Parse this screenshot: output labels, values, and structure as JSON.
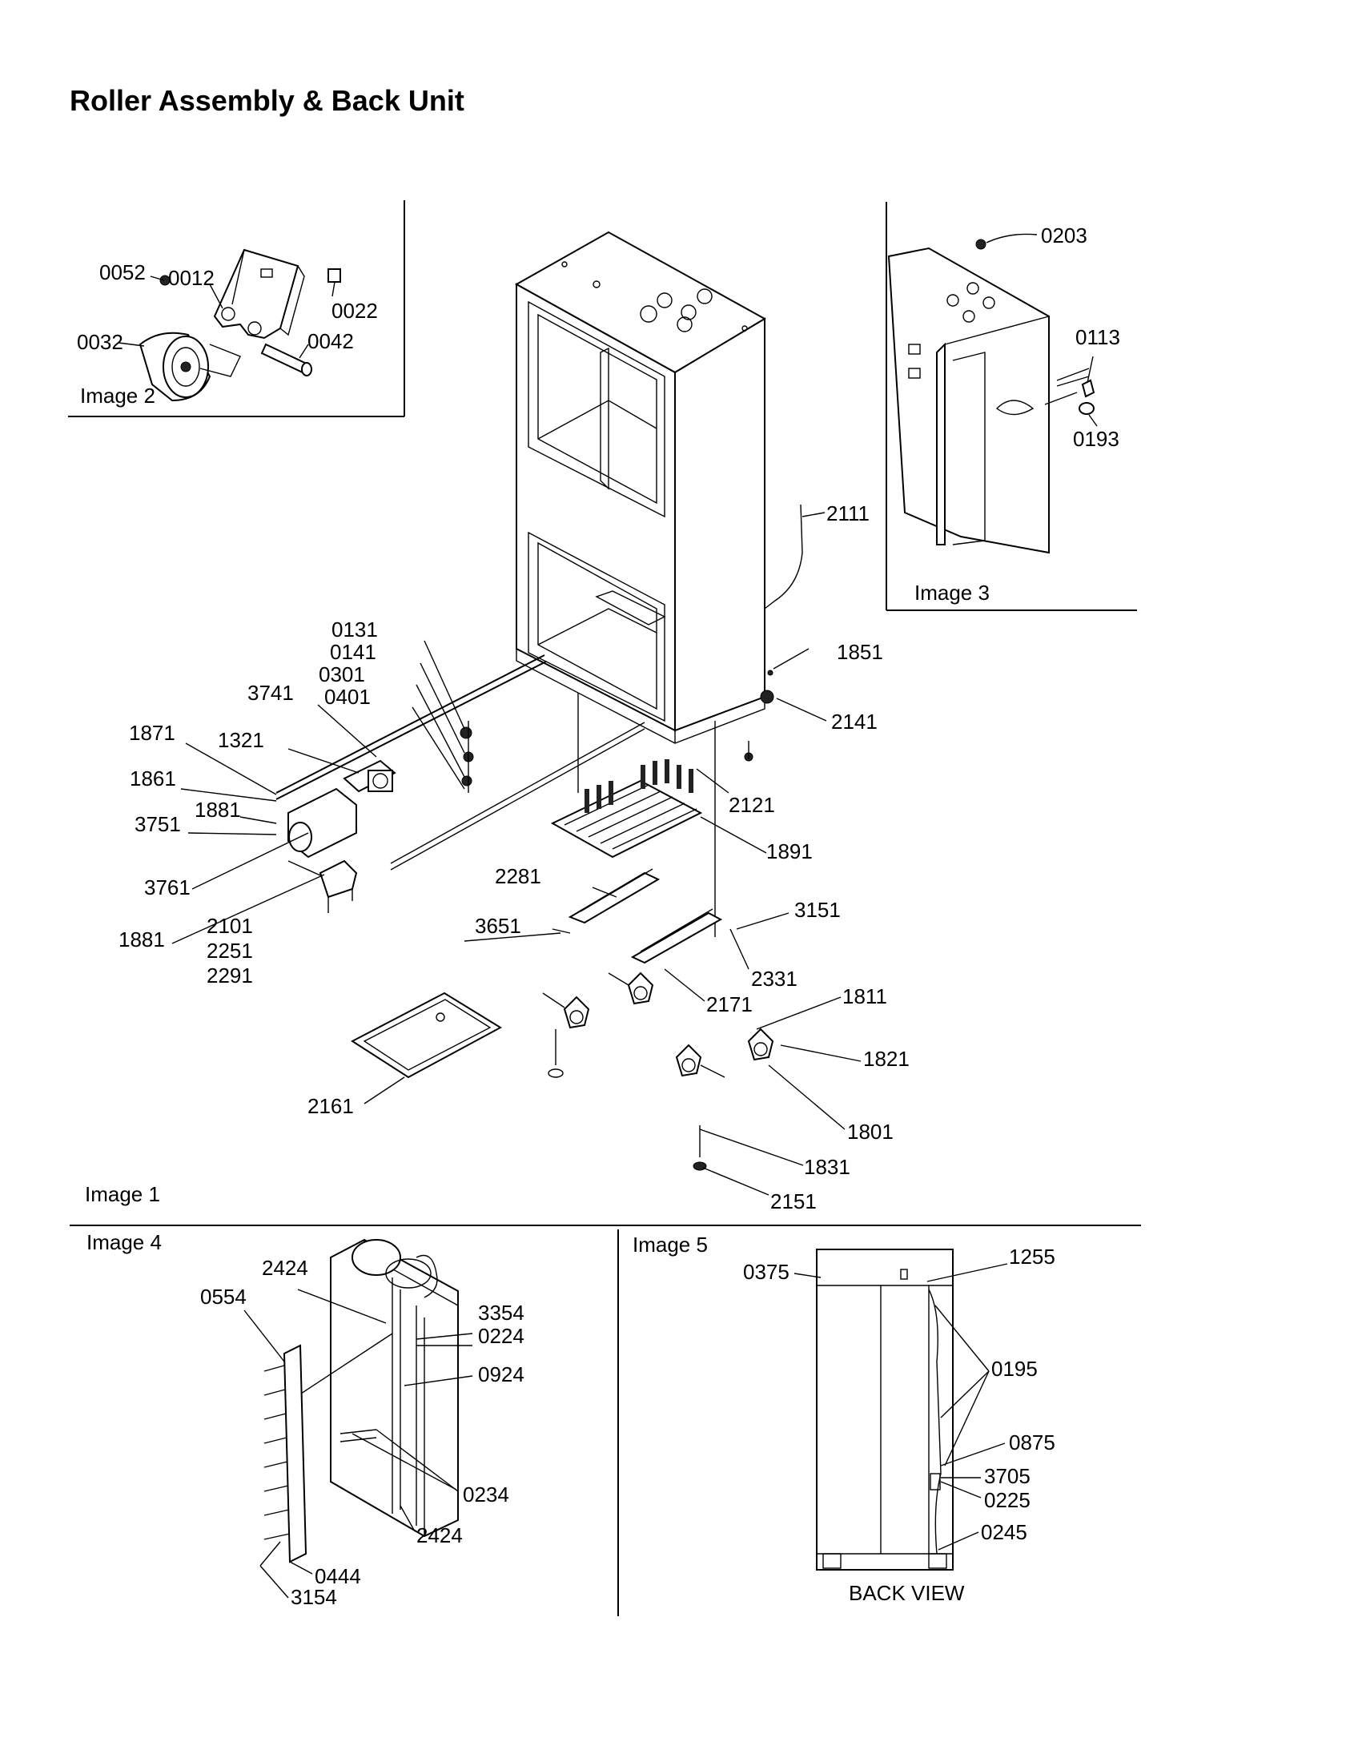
{
  "title": "Roller Assembly & Back Unit",
  "images": {
    "image1": "Image 1",
    "image2": "Image 2",
    "image3": "Image 3",
    "image4": "Image 4",
    "image5": "Image 5"
  },
  "back_view": "BACK VIEW",
  "labels": {
    "p0052": "0052",
    "p0012": "0012",
    "p0022": "0022",
    "p0032": "0032",
    "p0042": "0042",
    "p0203": "0203",
    "p0113": "0113",
    "p0193": "0193",
    "p2111": "2111",
    "p1851": "1851",
    "p2141": "2141",
    "p0131": "0131",
    "p0141": "0141",
    "p0301": "0301",
    "p0401": "0401",
    "p3741": "3741",
    "p1871": "1871",
    "p1321": "1321",
    "p1861": "1861",
    "p1881a": "1881",
    "p3751": "3751",
    "p3761": "3761",
    "p1881b": "1881",
    "p2101": "2101",
    "p2251": "2251",
    "p2291": "2291",
    "p2121": "2121",
    "p1891": "1891",
    "p2281": "2281",
    "p3651": "3651",
    "p3151": "3151",
    "p2331": "2331",
    "p2171": "2171",
    "p1811": "1811",
    "p1821": "1821",
    "p1801": "1801",
    "p2161": "2161",
    "p1831": "1831",
    "p2151": "2151",
    "p2424a": "2424",
    "p0554": "0554",
    "p3354": "3354",
    "p0224": "0224",
    "p0924": "0924",
    "p0234": "0234",
    "p2424b": "2424",
    "p0444": "0444",
    "p3154": "3154",
    "p0375": "0375",
    "p1255": "1255",
    "p0195": "0195",
    "p0875": "0875",
    "p3705": "3705",
    "p0225": "0225",
    "p0245": "0245"
  }
}
